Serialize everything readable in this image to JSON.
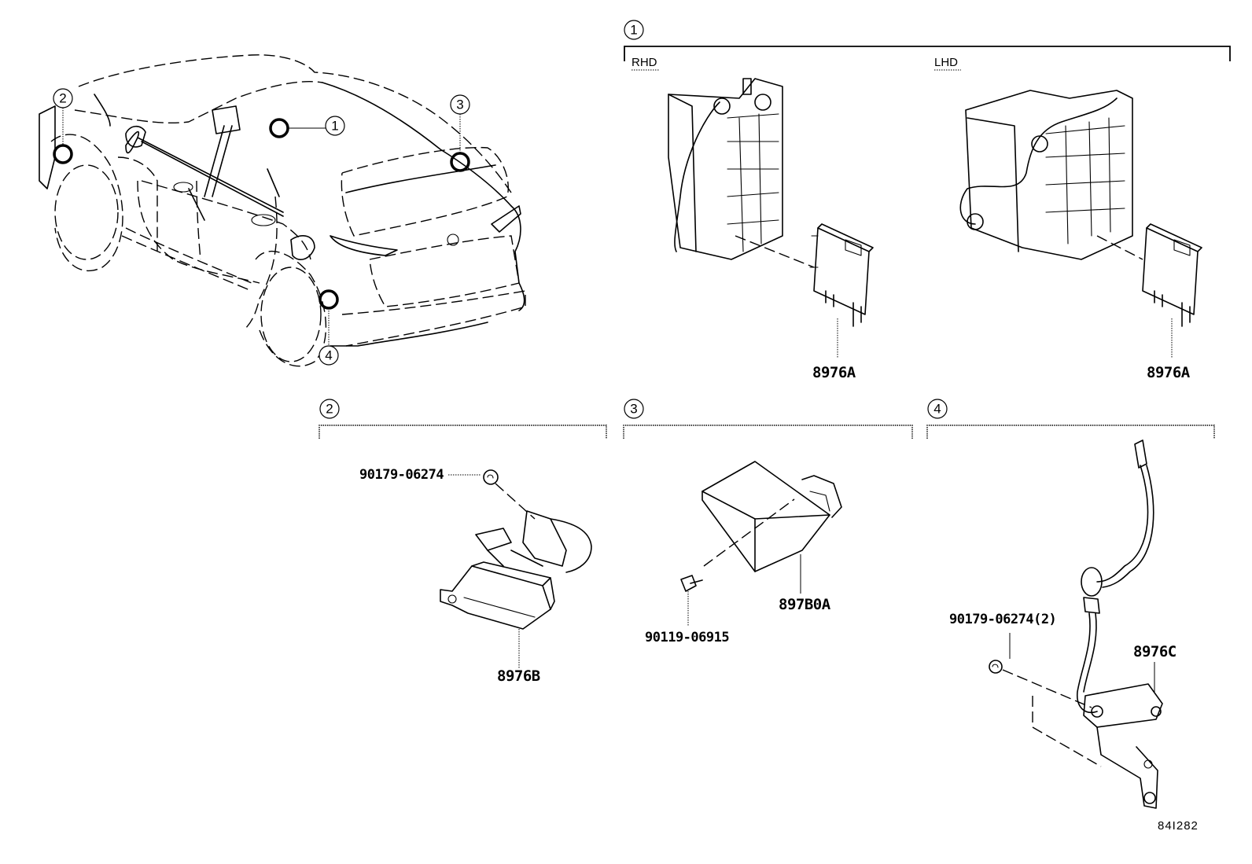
{
  "diagram": {
    "overview": {
      "callouts": [
        {
          "id": "1",
          "label": "1"
        },
        {
          "id": "2",
          "label": "2"
        },
        {
          "id": "3",
          "label": "3"
        },
        {
          "id": "4",
          "label": "4"
        }
      ]
    },
    "section_1": {
      "callout": "1",
      "variants": [
        {
          "label": "RHD",
          "part": "8976A"
        },
        {
          "label": "LHD",
          "part": "8976A"
        }
      ]
    },
    "section_2": {
      "callout": "2",
      "parts": [
        {
          "number": "90179-06274"
        },
        {
          "number": "8976B"
        }
      ]
    },
    "section_3": {
      "callout": "3",
      "parts": [
        {
          "number": "897B0A"
        },
        {
          "number": "90119-06915"
        }
      ]
    },
    "section_4": {
      "callout": "4",
      "parts": [
        {
          "number": "90179-06274(2)"
        },
        {
          "number": "8976C"
        }
      ]
    },
    "reference_code": "84I282"
  }
}
